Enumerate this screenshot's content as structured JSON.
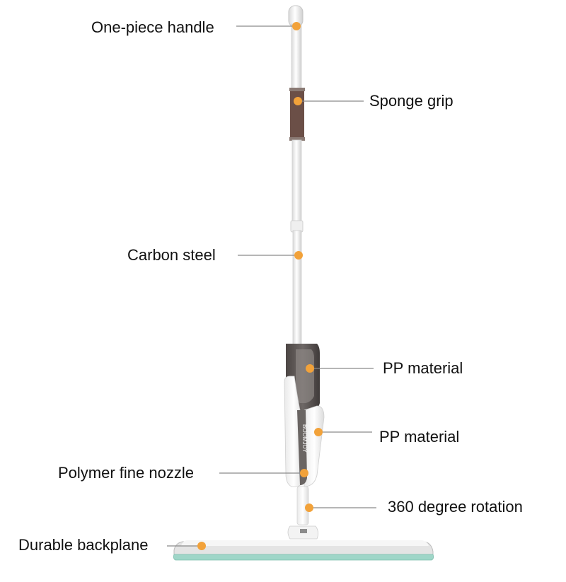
{
  "callouts": [
    {
      "id": "handle",
      "label": "One-piece handle"
    },
    {
      "id": "grip",
      "label": "Sponge grip"
    },
    {
      "id": "steel",
      "label": "Carbon steel"
    },
    {
      "id": "tank1",
      "label": "PP material"
    },
    {
      "id": "tank2",
      "label": "PP material"
    },
    {
      "id": "nozzle",
      "label": "Polymer fine nozzle"
    },
    {
      "id": "rotation",
      "label": "360 degree rotation"
    },
    {
      "id": "plate",
      "label": "Durable backplane"
    }
  ],
  "brand": "BOOMJOY",
  "colors": {
    "accent_dot": "#f2a23a",
    "grip": "#6b4f47",
    "tank_dark": "#55504e",
    "pad": "#9fd6c8"
  }
}
